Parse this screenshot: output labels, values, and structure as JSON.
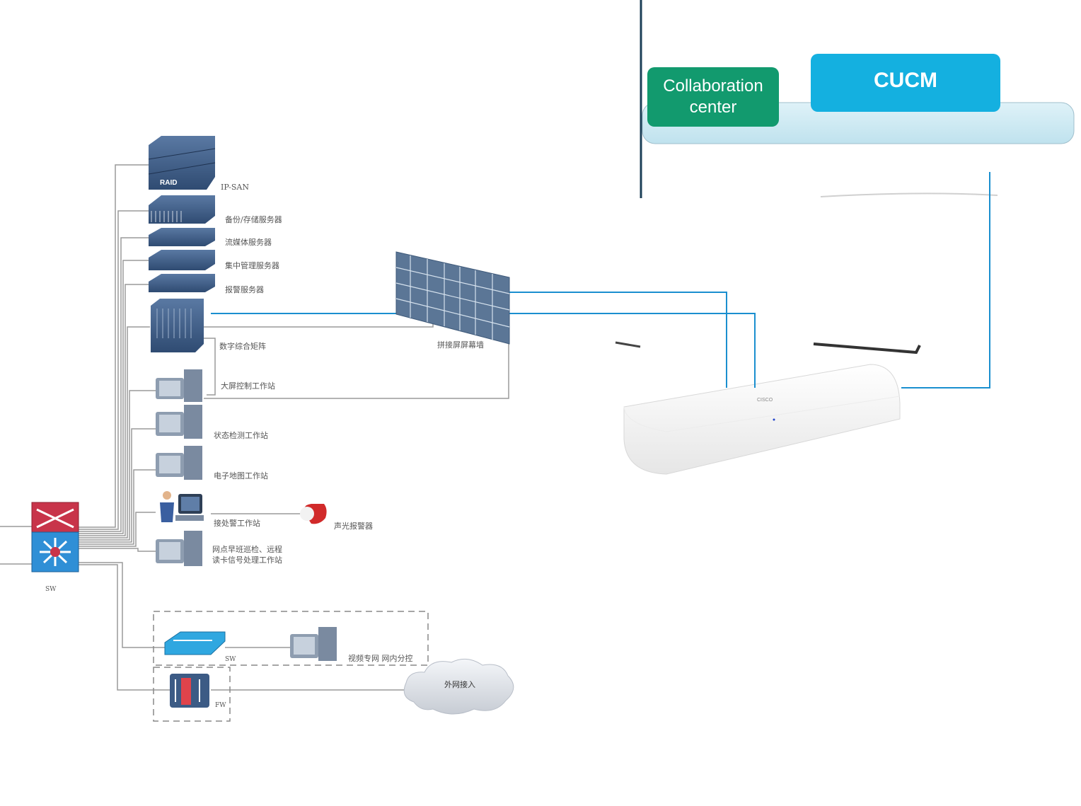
{
  "header": {
    "collab_label": "Collaboration center",
    "cucm_label": "CUCM"
  },
  "devices": {
    "ipsan": "IP-SAN",
    "backup": "备份/存储服务器",
    "stream": "流媒体服务器",
    "mgmt": "集中管理服务器",
    "alarm_srv": "报警服务器",
    "matrix": "数字综合矩阵",
    "screen_ctrl": "大屏控制工作站",
    "status_ws": "状态检测工作站",
    "map_ws": "电子地图工作站",
    "alert_ws": "接处警工作站",
    "siren": "声光报警器",
    "patrol_ws": "网点早班巡检、远程读卡信号处理工作站",
    "video_wall": "拼接屏屏幕墙",
    "core_sw": "SW",
    "sw2": "SW",
    "fw": "FW",
    "video_net": "视频专网 网内分控",
    "ext_net": "外网接入",
    "raid": "RAID",
    "box_logo": "CISCO"
  },
  "colors": {
    "link_blue": "#1a8fcf",
    "collab_green": "#129a6e",
    "cucm_blue": "#14b0e0",
    "band_fill": "#cce9f2",
    "dark_rule": "#1c3f57",
    "wire_gray": "#9a9a9a",
    "server_navy": "#3c5b85",
    "switch_red": "#c8344a",
    "switch_blue": "#2f8fd6"
  }
}
